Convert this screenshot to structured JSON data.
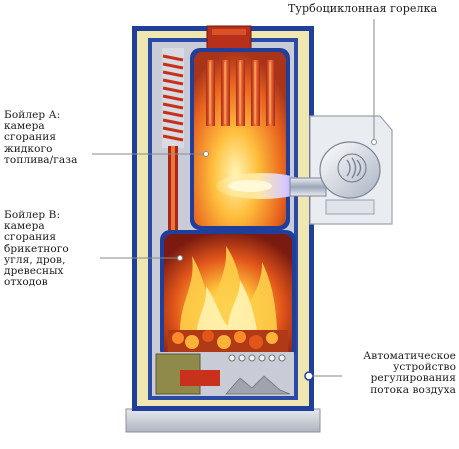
{
  "labels": {
    "burner": "Турбоциклонная горелка",
    "boiler_a": "Бойлер А:\nкамера\nсгорания\nжидкого\nтоплива/газа",
    "boiler_b": "Бойлер В:\nкамера\nсгорания\nбрикетного\nугля, дров,\nдревесных\nотходов",
    "air_control": "Автоматическое\nустройство\nрегулирования\nпотока воздуха"
  },
  "colors": {
    "casing_blue": "#1f3f9a",
    "insulation_cream": "#efe6b0",
    "chamber_grey": "#c9ccd6",
    "flame_orange": "#f07a1a",
    "flame_yellow": "#ffe07a",
    "heat_red": "#c8321c",
    "burner_housing": "#e9ecf1",
    "base_grey": "#cfd3da"
  }
}
